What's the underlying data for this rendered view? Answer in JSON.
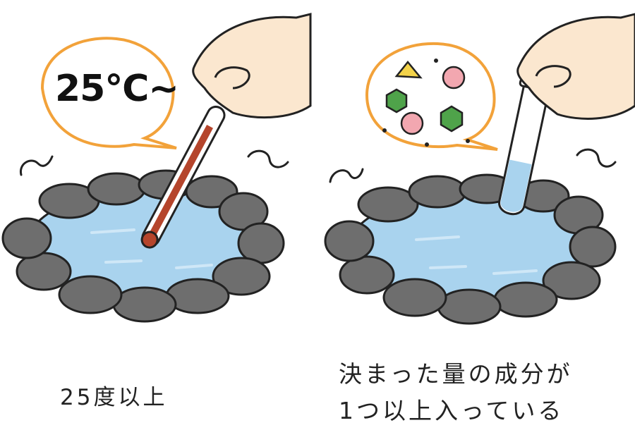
{
  "left_panel": {
    "bubble_text": "25℃~",
    "caption": "25度以上"
  },
  "right_panel": {
    "caption_line1": "決まった量の成分が",
    "caption_line2": "1つ以上入っている"
  },
  "colors": {
    "outline": "#222222",
    "bubble_border": "#f2a23a",
    "water": "#a9d3ee",
    "water_light": "#cfe7f7",
    "rock": "#6e6e6e",
    "skin": "#fbe7cf",
    "thermo_red": "#b5452c",
    "hexagon_green": "#4fa34a",
    "face_pink": "#f2a7b0",
    "triangle_yellow": "#f3d34a"
  }
}
